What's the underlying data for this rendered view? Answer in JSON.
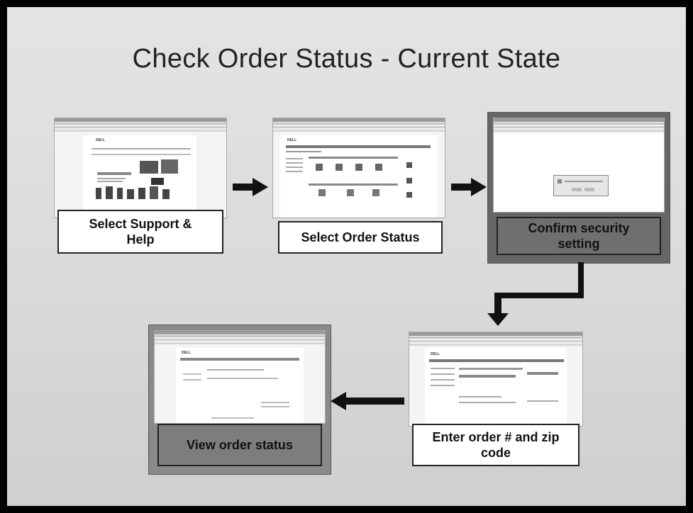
{
  "title": "Check Order Status - Current  State",
  "steps": [
    {
      "label_line1": "Select Support &",
      "label_line2": "Help"
    },
    {
      "label_line1": "Select Order Status",
      "label_line2": ""
    },
    {
      "label_line1": "Confirm security",
      "label_line2": "setting"
    },
    {
      "label_line1": "Enter order # and zip",
      "label_line2": "code"
    },
    {
      "label_line1": "View order status",
      "label_line2": ""
    }
  ],
  "thumb_logo": "DELL",
  "colors": {
    "background": "#000000",
    "slide": "#dcdcdc",
    "highlight_frame": "#666666",
    "label_dark": "#6f6f6f",
    "arrow": "#111111"
  }
}
